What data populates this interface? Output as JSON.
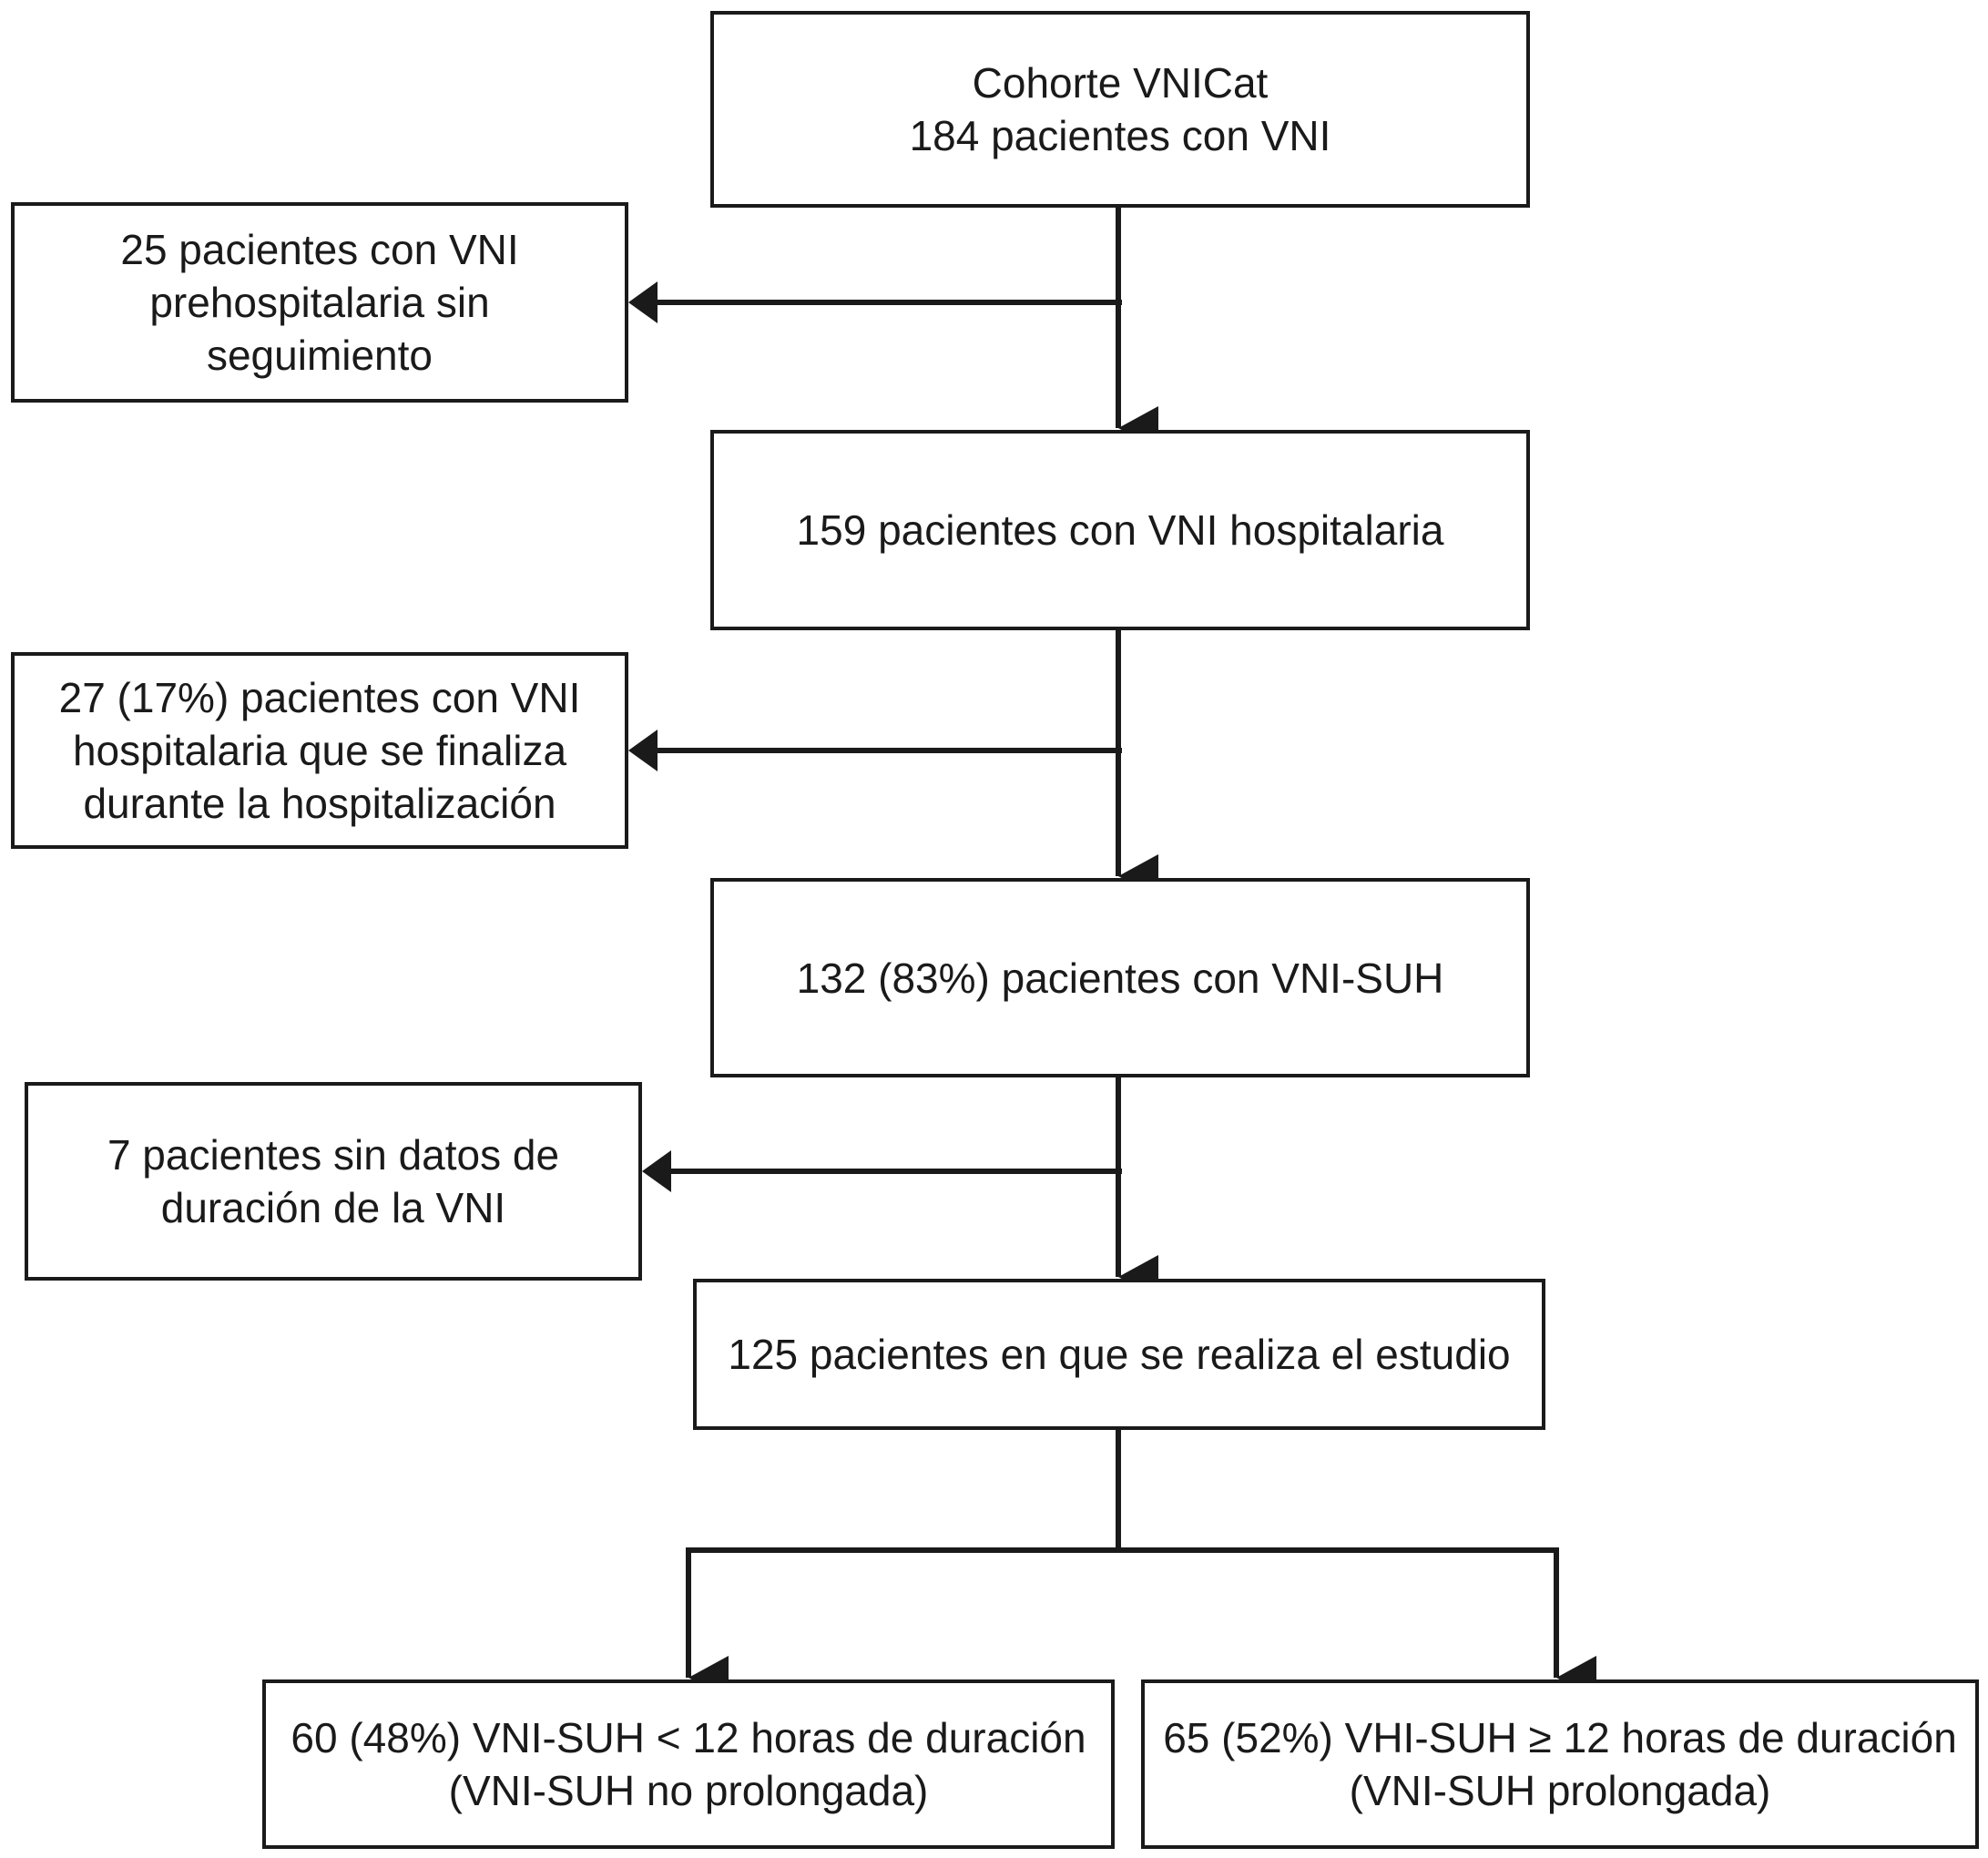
{
  "boxes": {
    "cohort": {
      "lines": [
        "Cohorte VNICat",
        "184 pacientes con VNI"
      ]
    },
    "excl_prehospital": {
      "lines": [
        "25 pacientes con VNI",
        "prehospitalaria sin",
        "seguimiento"
      ]
    },
    "hospital": {
      "lines": [
        "159 pacientes con VNI hospitalaria"
      ]
    },
    "excl_hospital": {
      "lines": [
        "27 (17%) pacientes con VNI",
        "hospitalaria que se finaliza",
        "durante la hospitalización"
      ]
    },
    "suh": {
      "lines": [
        "132 (83%) pacientes con VNI-SUH"
      ]
    },
    "excl_nodata": {
      "lines": [
        "7 pacientes sin datos de",
        "duración de la VNI"
      ]
    },
    "study": {
      "lines": [
        "125 pacientes en que se realiza el estudio"
      ]
    },
    "short": {
      "lines": [
        "60 (48%) VNI-SUH < 12 horas de duración",
        "(VNI-SUH no prolongada)"
      ]
    },
    "long": {
      "lines": [
        "65 (52%) VHI-SUH ≥ 12 horas de duración",
        "(VNI-SUH prolongada)"
      ]
    }
  }
}
